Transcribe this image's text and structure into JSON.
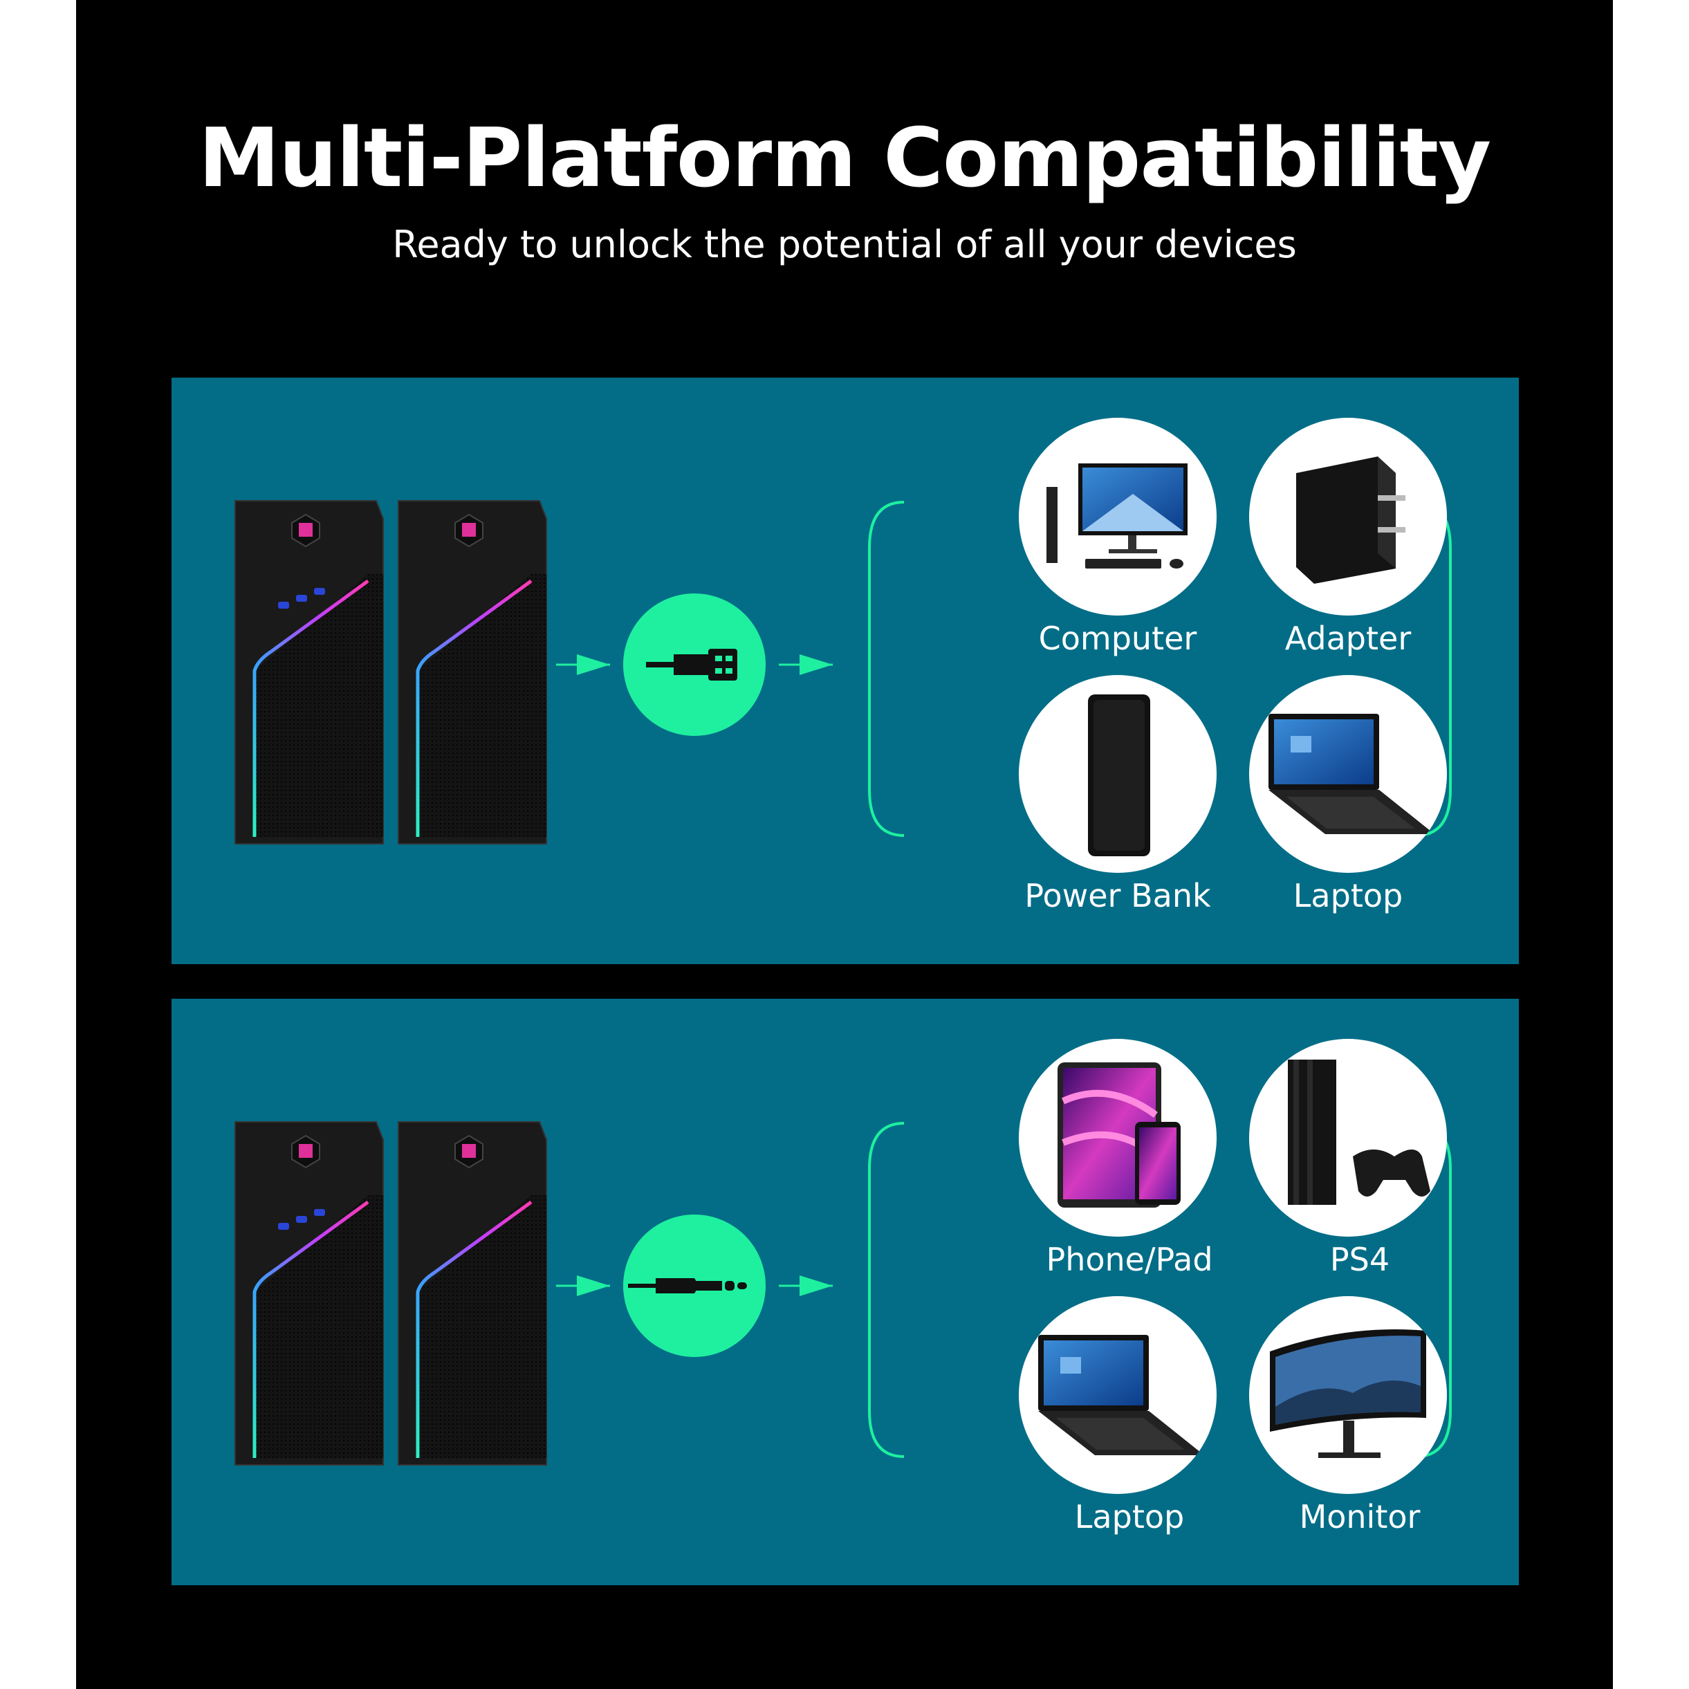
{
  "header": {
    "title": "Multi-Platform Compatibility",
    "subtitle": "Ready to unlock the potential of all your devices"
  },
  "colors": {
    "background": "#000000",
    "panel": "#036d87",
    "accent_green": "#1ef0a0",
    "label_text": "#ffffff"
  },
  "panels": [
    {
      "connector": "usb-icon",
      "devices": [
        {
          "label": "Computer",
          "icon": "computer-icon"
        },
        {
          "label": "Adapter",
          "icon": "adapter-icon"
        },
        {
          "label": "Power Bank",
          "icon": "power-bank-icon"
        },
        {
          "label": "Laptop",
          "icon": "laptop-icon"
        }
      ]
    },
    {
      "connector": "audio-jack-icon",
      "devices": [
        {
          "label": "Phone/Pad",
          "icon": "phone-pad-icon"
        },
        {
          "label": "PS4",
          "icon": "ps4-icon"
        },
        {
          "label": "Laptop",
          "icon": "laptop-icon"
        },
        {
          "label": "Monitor",
          "icon": "monitor-icon"
        }
      ]
    }
  ]
}
